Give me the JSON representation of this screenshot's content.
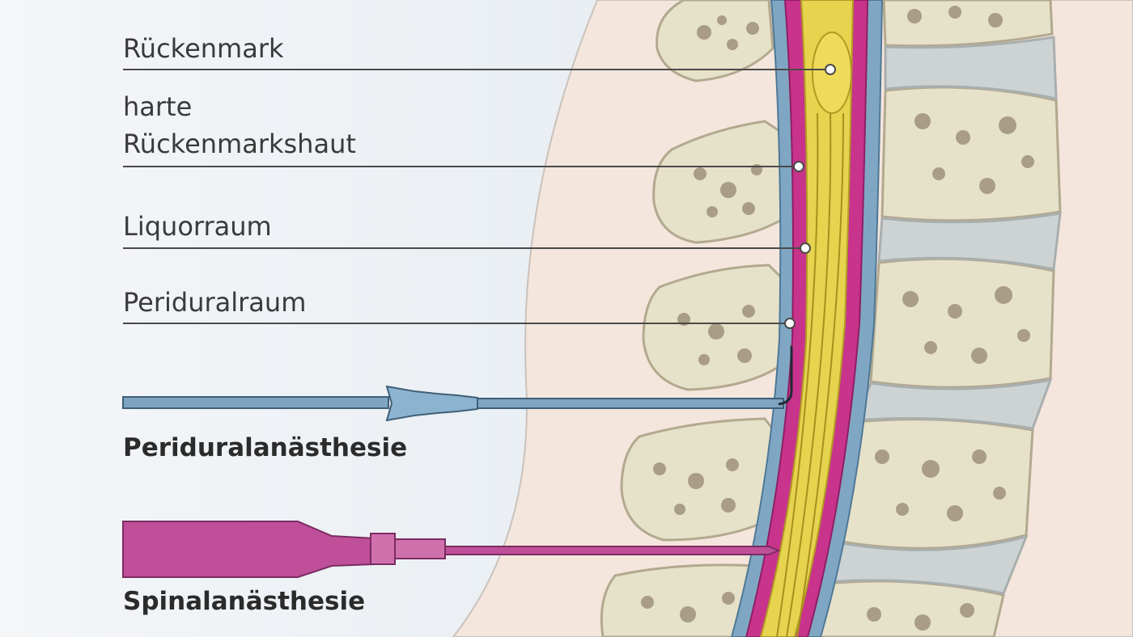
{
  "labels": {
    "spinal_cord": "Rückenmark",
    "dura_line1": "harte",
    "dura_line2": "Rückenmarkshaut",
    "csf_space": "Liquorraum",
    "epidural_space": "Periduralraum",
    "epidural_anesthesia": "Periduralanästhesie",
    "spinal_anesthesia": "Spinalanästhesie"
  },
  "colors": {
    "background": "#eef2f5",
    "skin": "#f4e6dc",
    "bone": "#e6e1c9",
    "bone_pore": "#a99d86",
    "disc": "#cdd2d3",
    "dura_blue": "#7fa7c4",
    "csf_magenta": "#c8338c",
    "spinal_cord_yellow": "#e6d34e",
    "epidural_needle": "#7ea4c1",
    "spinal_needle": "#c04f9a",
    "leader_line": "#4a4a4a"
  }
}
